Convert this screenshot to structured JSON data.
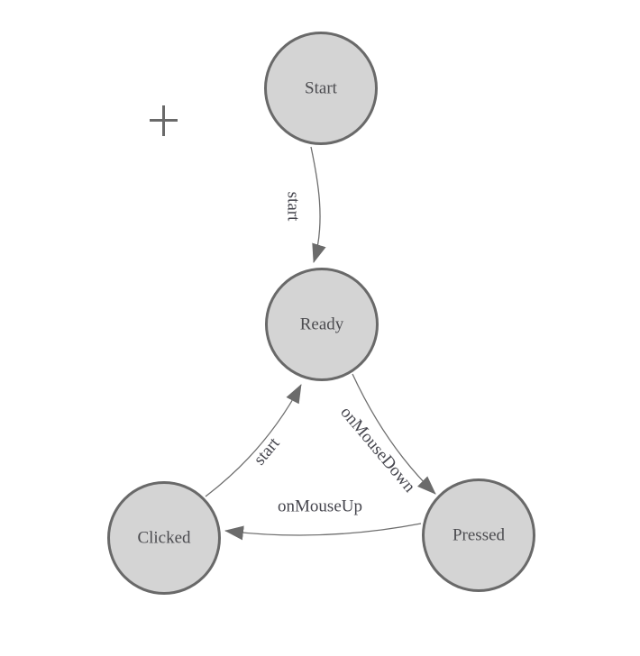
{
  "diagram": {
    "type": "state-machine",
    "nodes": [
      {
        "id": "start",
        "label": "Start"
      },
      {
        "id": "ready",
        "label": "Ready"
      },
      {
        "id": "clicked",
        "label": "Clicked"
      },
      {
        "id": "pressed",
        "label": "Pressed"
      }
    ],
    "edges": [
      {
        "from": "start",
        "to": "ready",
        "label": "start"
      },
      {
        "from": "ready",
        "to": "pressed",
        "label": "onMouseDown"
      },
      {
        "from": "pressed",
        "to": "clicked",
        "label": "onMouseUp"
      },
      {
        "from": "clicked",
        "to": "ready",
        "label": "start"
      }
    ],
    "icons": {
      "origin_marker": "plus-icon"
    },
    "colors": {
      "background": "#ffffff",
      "node_fill": "#d4d4d4",
      "node_border": "#696969",
      "node_text": "#4c4c50",
      "edge_stroke": "#6e6e6e",
      "edge_label_text": "#45454d",
      "arrowhead": "#6b6b6b",
      "plus_marker": "#6a6a6a"
    }
  }
}
